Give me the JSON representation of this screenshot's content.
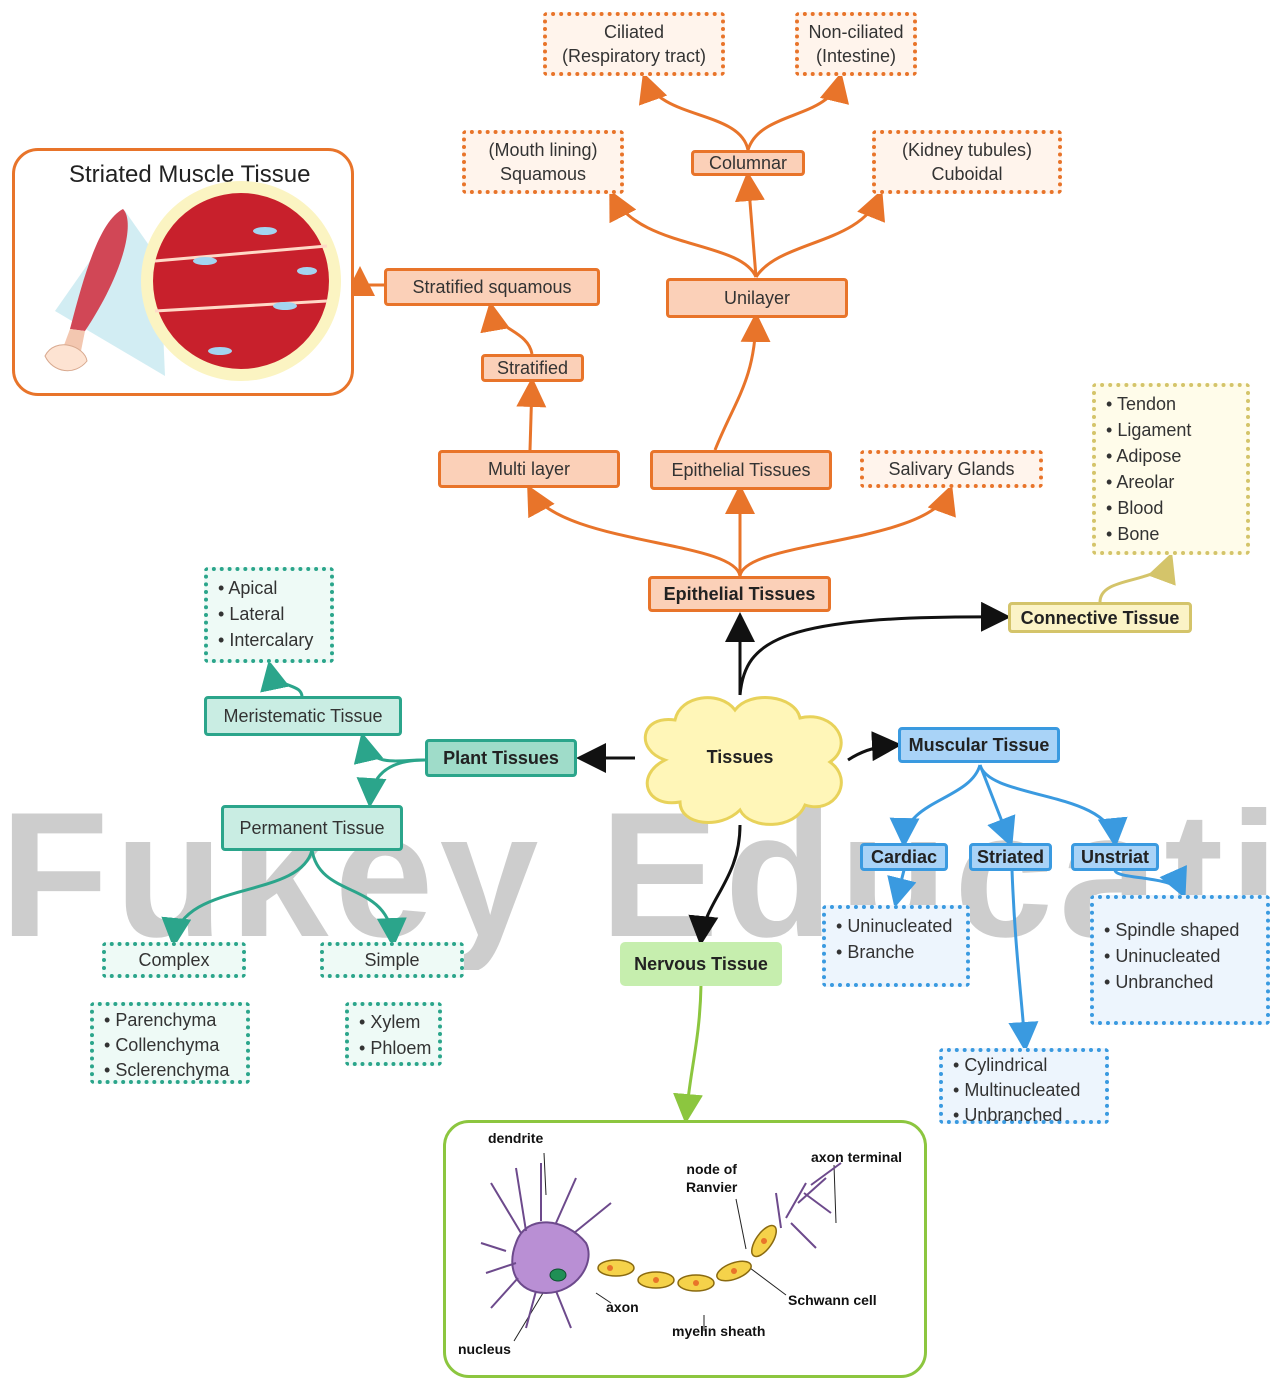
{
  "watermark": "Fukey Education",
  "muscle_panel": {
    "title": "Striated Muscle Tissue"
  },
  "center": "Tissues",
  "epithelial": {
    "root": "Epithelial Tissues",
    "multi_layer": "Multi layer",
    "epithelial_tissues": "Epithelial Tissues",
    "salivary": "Salivary Glands",
    "stratified": "Stratified",
    "stratified_squamous": "Stratified squamous",
    "unilayer": "Unilayer",
    "squamous": {
      "line1": "(Mouth lining)",
      "line2": "Squamous"
    },
    "columnar": "Columnar",
    "cuboidal": {
      "line1": "(Kidney tubules)",
      "line2": "Cuboidal"
    },
    "ciliated": {
      "line1": "Ciliated",
      "line2": "(Respiratory tract)"
    },
    "non_ciliated": {
      "line1": "Non-ciliated",
      "line2": "(Intestine)"
    }
  },
  "connective": {
    "label": "Connective Tissue",
    "items": [
      "Tendon",
      "Ligament",
      "Adipose",
      "Areolar",
      "Blood",
      "Bone"
    ]
  },
  "plant": {
    "label": "Plant Tissues",
    "meristematic": "Meristematic Tissue",
    "meristematic_items": [
      "Apical",
      "Lateral",
      "Intercalary"
    ],
    "permanent": "Permanent Tissue",
    "complex": "Complex",
    "complex_items": [
      "Parenchyma",
      "Collenchyma",
      "Sclerenchyma"
    ],
    "simple": "Simple",
    "simple_items": [
      "Xylem",
      "Phloem"
    ]
  },
  "muscular": {
    "label": "Muscular Tissue",
    "cardiac": "Cardiac",
    "cardiac_items": [
      "Uninucleated",
      "Branche"
    ],
    "striated": "Striated",
    "striated_items": [
      "Cylindrical",
      "Multinucleated",
      "Unbranched"
    ],
    "unstriat": "Unstriat",
    "unstriat_items": [
      "Spindle shaped",
      "Uninucleated",
      "Unbranched"
    ]
  },
  "nervous": {
    "label": "Nervous Tissue",
    "neuron_labels": {
      "dendrite": "dendrite",
      "node_line1": "node of",
      "node_line2": "Ranvier",
      "axon_terminal": "axon terminal",
      "axon": "axon",
      "schwann": "Schwann cell",
      "myelin": "myelin sheath",
      "nucleus": "nucleus"
    }
  },
  "colors": {
    "epithelial": "#e8742a",
    "plant": "#2ba58b",
    "muscular": "#3a9ae0",
    "connective": "#d4c46a",
    "nervous": "#8cc63f",
    "center_fill": "#fff6b8"
  }
}
